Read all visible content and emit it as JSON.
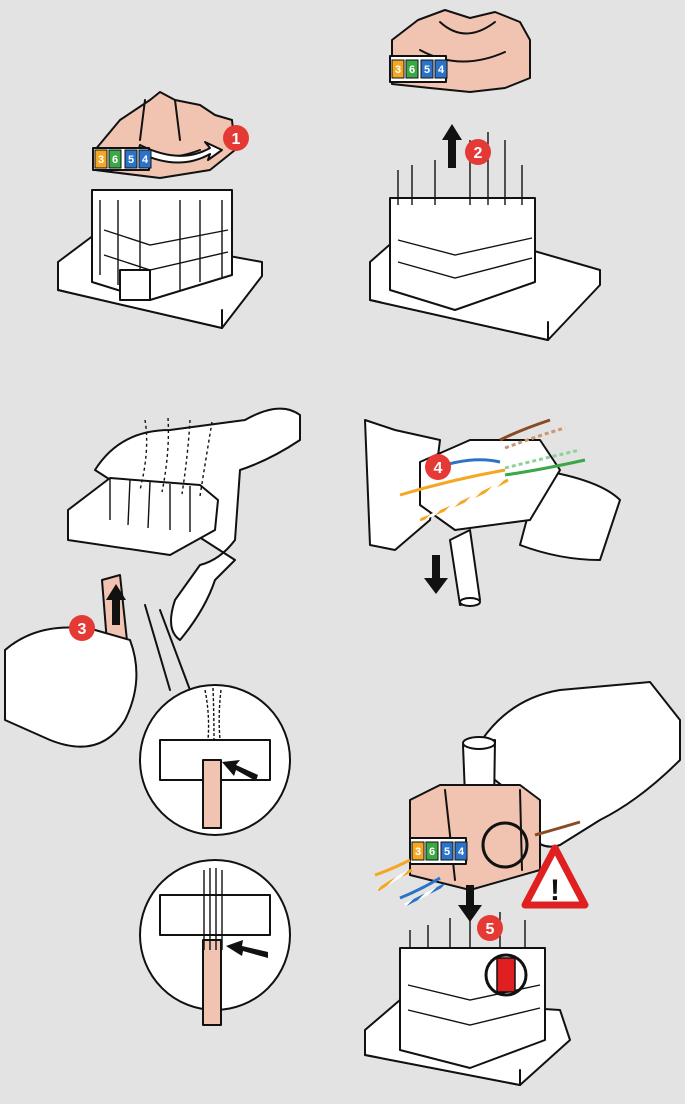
{
  "colors": {
    "background": "#e3e3e3",
    "step_badge": "#e53935",
    "part_body": "#f0c4b0",
    "warning_red": "#e02020",
    "wire_orange": "#f5a623",
    "wire_green": "#3aa845",
    "wire_blue": "#2a73c8",
    "wire_brown": "#8a4a22"
  },
  "steps": [
    {
      "number": "1"
    },
    {
      "number": "2"
    },
    {
      "number": "3"
    },
    {
      "number": "4"
    },
    {
      "number": "5"
    }
  ],
  "terminal_labels": [
    "3",
    "6",
    "5",
    "4"
  ],
  "warning": {
    "symbol": "!"
  }
}
